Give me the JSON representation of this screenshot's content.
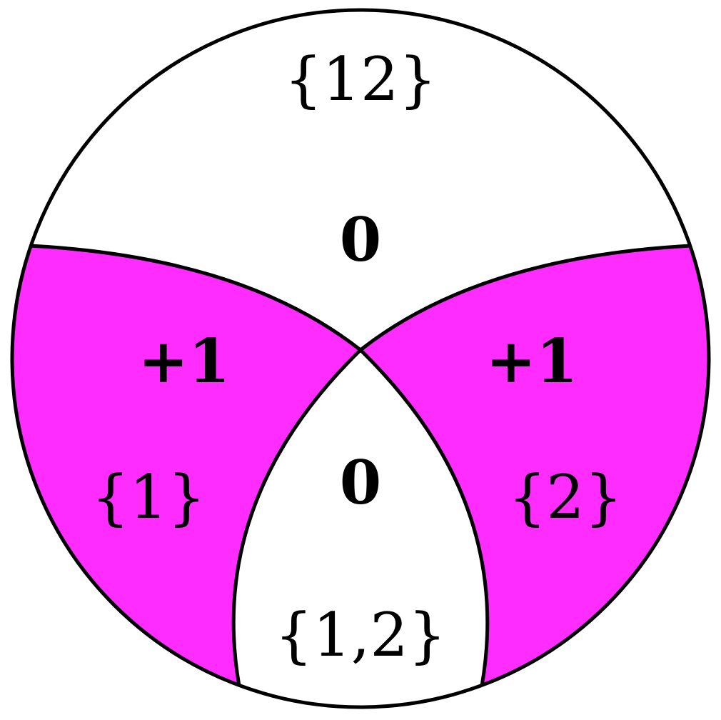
{
  "colors": {
    "highlight": "#ff2cff",
    "background": "#ffffff",
    "stroke": "#000000"
  },
  "regions": {
    "top": {
      "set_label": "{12}",
      "value": "0",
      "highlighted": false
    },
    "left": {
      "set_label": "{1}",
      "value": "+1",
      "highlighted": true
    },
    "right": {
      "set_label": "{2}",
      "value": "+1",
      "highlighted": true
    },
    "bottom": {
      "set_label": "{1,2}",
      "value": "0",
      "highlighted": false
    }
  }
}
